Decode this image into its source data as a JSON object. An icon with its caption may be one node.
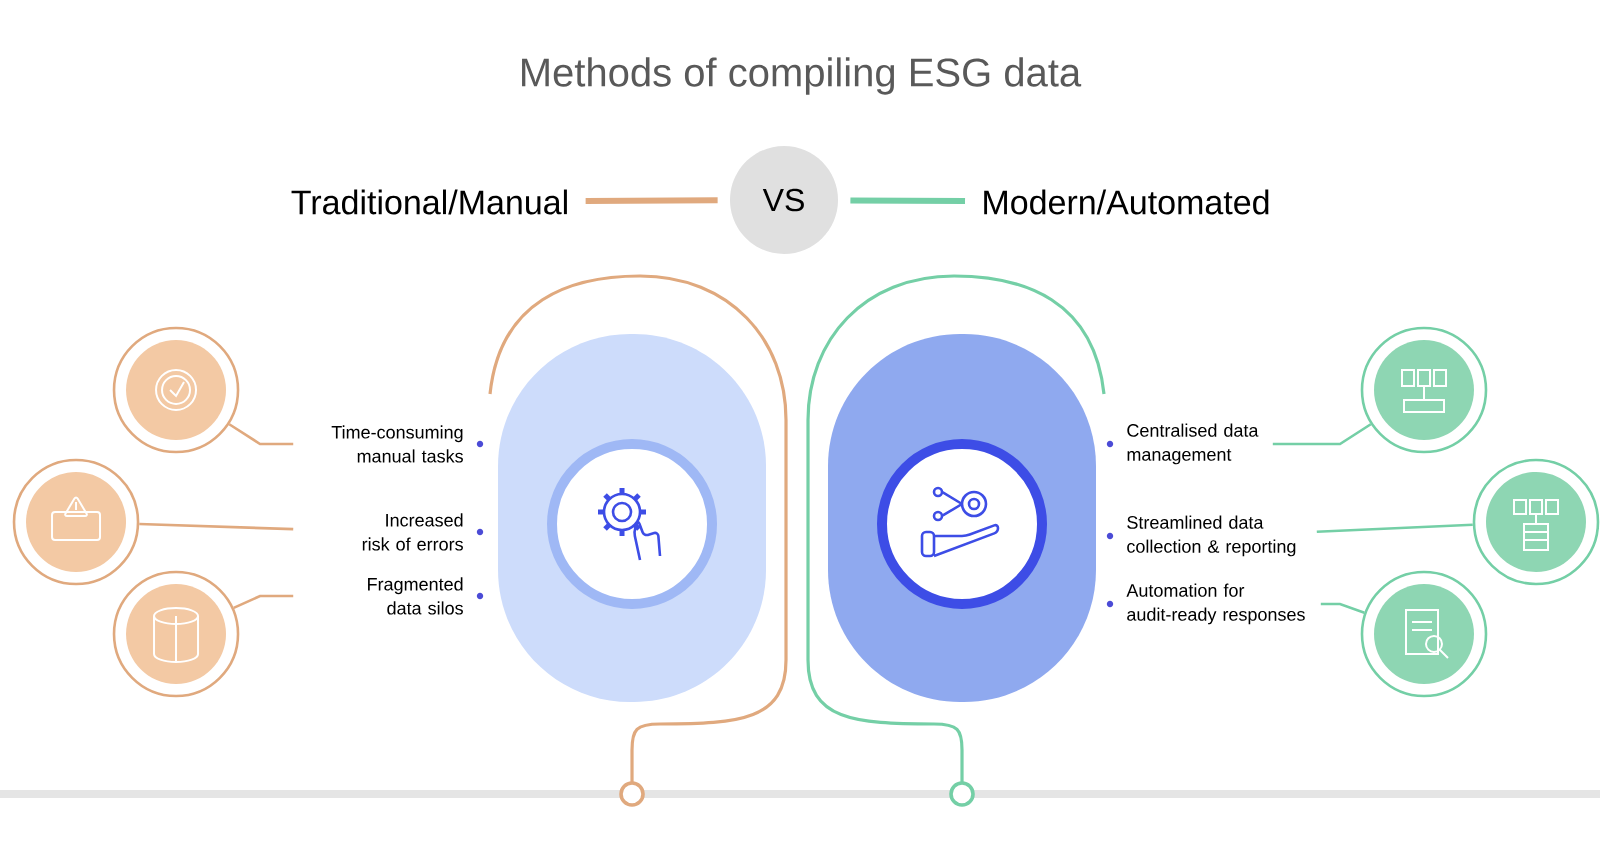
{
  "diagram": {
    "title": "Methods of compiling ESG data",
    "nodes": [
      {
        "text": [
          "Traditional/Manual"
        ]
      },
      {
        "text": [
          "VS"
        ]
      },
      {
        "text": [
          "Modern/Automated"
        ]
      },
      {
        "text": [],
        "shape": "circle"
      },
      {
        "text": [],
        "shape": "circle"
      },
      {
        "text": [],
        "shape": "circle"
      },
      {
        "text": [
          "Time-consuming manual tasks"
        ]
      },
      {
        "text": [
          "Increased risk of errors"
        ]
      },
      {
        "text": [
          "Fragmented data silos"
        ]
      },
      {
        "text": [],
        "shape": "oval"
      },
      {
        "text": [],
        "shape": "oval"
      },
      {
        "text": [
          "Centralised data management"
        ]
      },
      {
        "text": [
          "Streamlined data collection & reporting"
        ]
      },
      {
        "text": [
          "Automation for audit-ready responses"
        ]
      },
      {
        "text": [],
        "shape": "circle"
      },
      {
        "text": [],
        "shape": "circle"
      },
      {
        "text": [],
        "shape": "circle"
      }
    ],
    "edges": [
      {
        "from": 0,
        "to": 1,
        "arrow": "none",
        "style": "thick",
        "color": "#e0a97e"
      },
      {
        "from": 1,
        "to": 2,
        "arrow": "none",
        "style": "thick",
        "color": "#74cfa6"
      },
      {
        "from": 3,
        "to": 6,
        "arrow": "none",
        "color": "#e0a97e"
      },
      {
        "from": 4,
        "to": 7,
        "arrow": "none",
        "color": "#e0a97e"
      },
      {
        "from": 5,
        "to": 8,
        "arrow": "none",
        "color": "#e0a97e"
      },
      {
        "from": 14,
        "to": 11,
        "arrow": "none",
        "color": "#74cfa6"
      },
      {
        "from": 15,
        "to": 12,
        "arrow": "none",
        "color": "#74cfa6"
      },
      {
        "from": 16,
        "to": 13,
        "arrow": "none",
        "color": "#74cfa6"
      }
    ]
  }
}
